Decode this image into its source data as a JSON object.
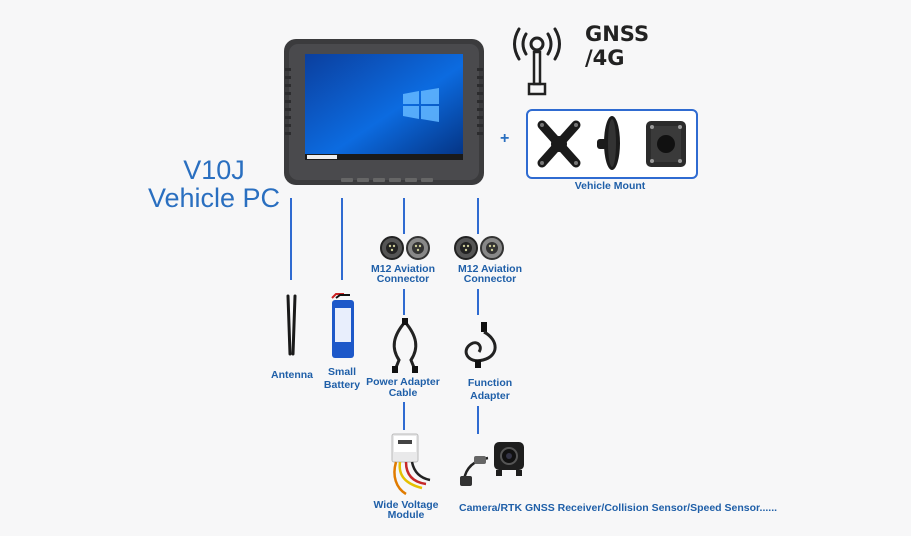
{
  "title": {
    "line1": "V10J",
    "line2": "Vehicle PC"
  },
  "gnss": {
    "line1": "GNSS",
    "line2": "/4G"
  },
  "plus": "+",
  "vehicle_mount": "Vehicle Mount",
  "labels": {
    "m12_left_1": "M12 Aviation",
    "m12_left_2": "Connector",
    "m12_right_1": "M12 Aviation",
    "m12_right_2": "Connector",
    "antenna": "Antenna",
    "battery_1": "Small",
    "battery_2": "Battery",
    "power_cable_1": "Power Adapter",
    "power_cable_2": "Cable",
    "function_1": "Function",
    "function_2": "Adapter",
    "voltage_1": "Wide Voltage",
    "voltage_2": "Module",
    "peripherals": "Camera/RTK GNSS Receiver/Collision Sensor/Speed Sensor......"
  },
  "colors": {
    "accent": "#2f6bd1",
    "text": "#1f5fa8",
    "device": "#3a3a3c",
    "screen": "#0a5bd6"
  }
}
